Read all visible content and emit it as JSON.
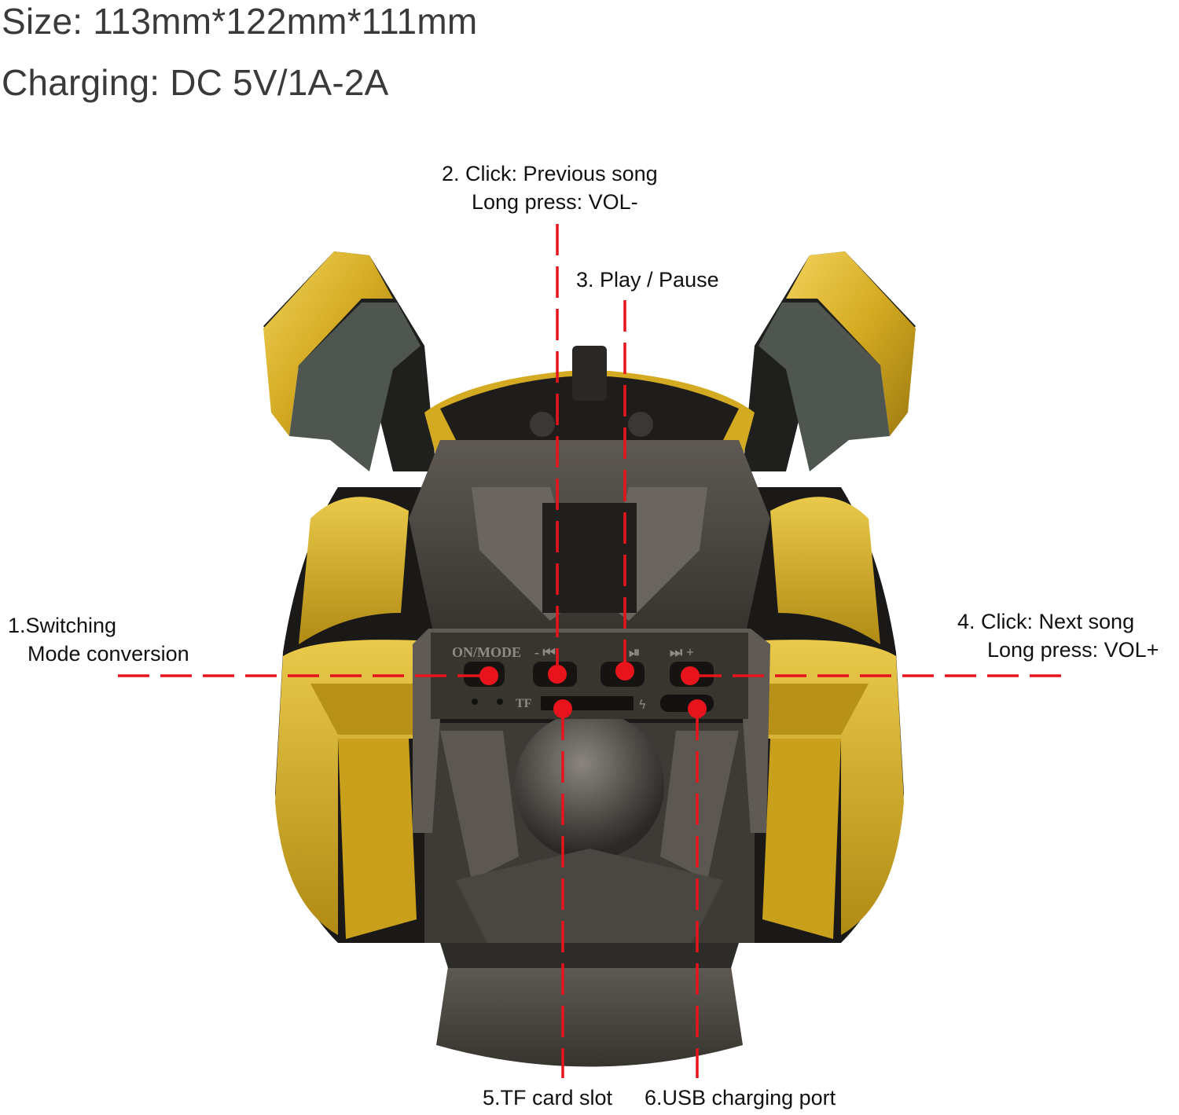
{
  "specs": {
    "size": "Size: 113mm*122mm*111mm",
    "charging": "Charging: DC 5V/1A-2A"
  },
  "callouts": [
    {
      "id": 1,
      "line1": "1.Switching",
      "line2": "Mode conversion"
    },
    {
      "id": 2,
      "line1": "2. Click: Previous song",
      "line2": "Long press: VOL-"
    },
    {
      "id": 3,
      "line1": "3. Play / Pause"
    },
    {
      "id": 4,
      "line1": "4. Click: Next song",
      "line2": "Long press: VOL+"
    },
    {
      "id": 5,
      "line1": "5.TF card slot"
    },
    {
      "id": 6,
      "line1": "6.USB charging port"
    }
  ],
  "panel": {
    "labels": [
      "ON/MODE",
      "- ⏮",
      "⏯",
      "⏭ +"
    ],
    "tf_label": "TF"
  },
  "colors": {
    "marker": "#e8141c",
    "gold": "#c9a21a",
    "gunmetal": "#4a4641",
    "dark": "#1c1b1a"
  }
}
